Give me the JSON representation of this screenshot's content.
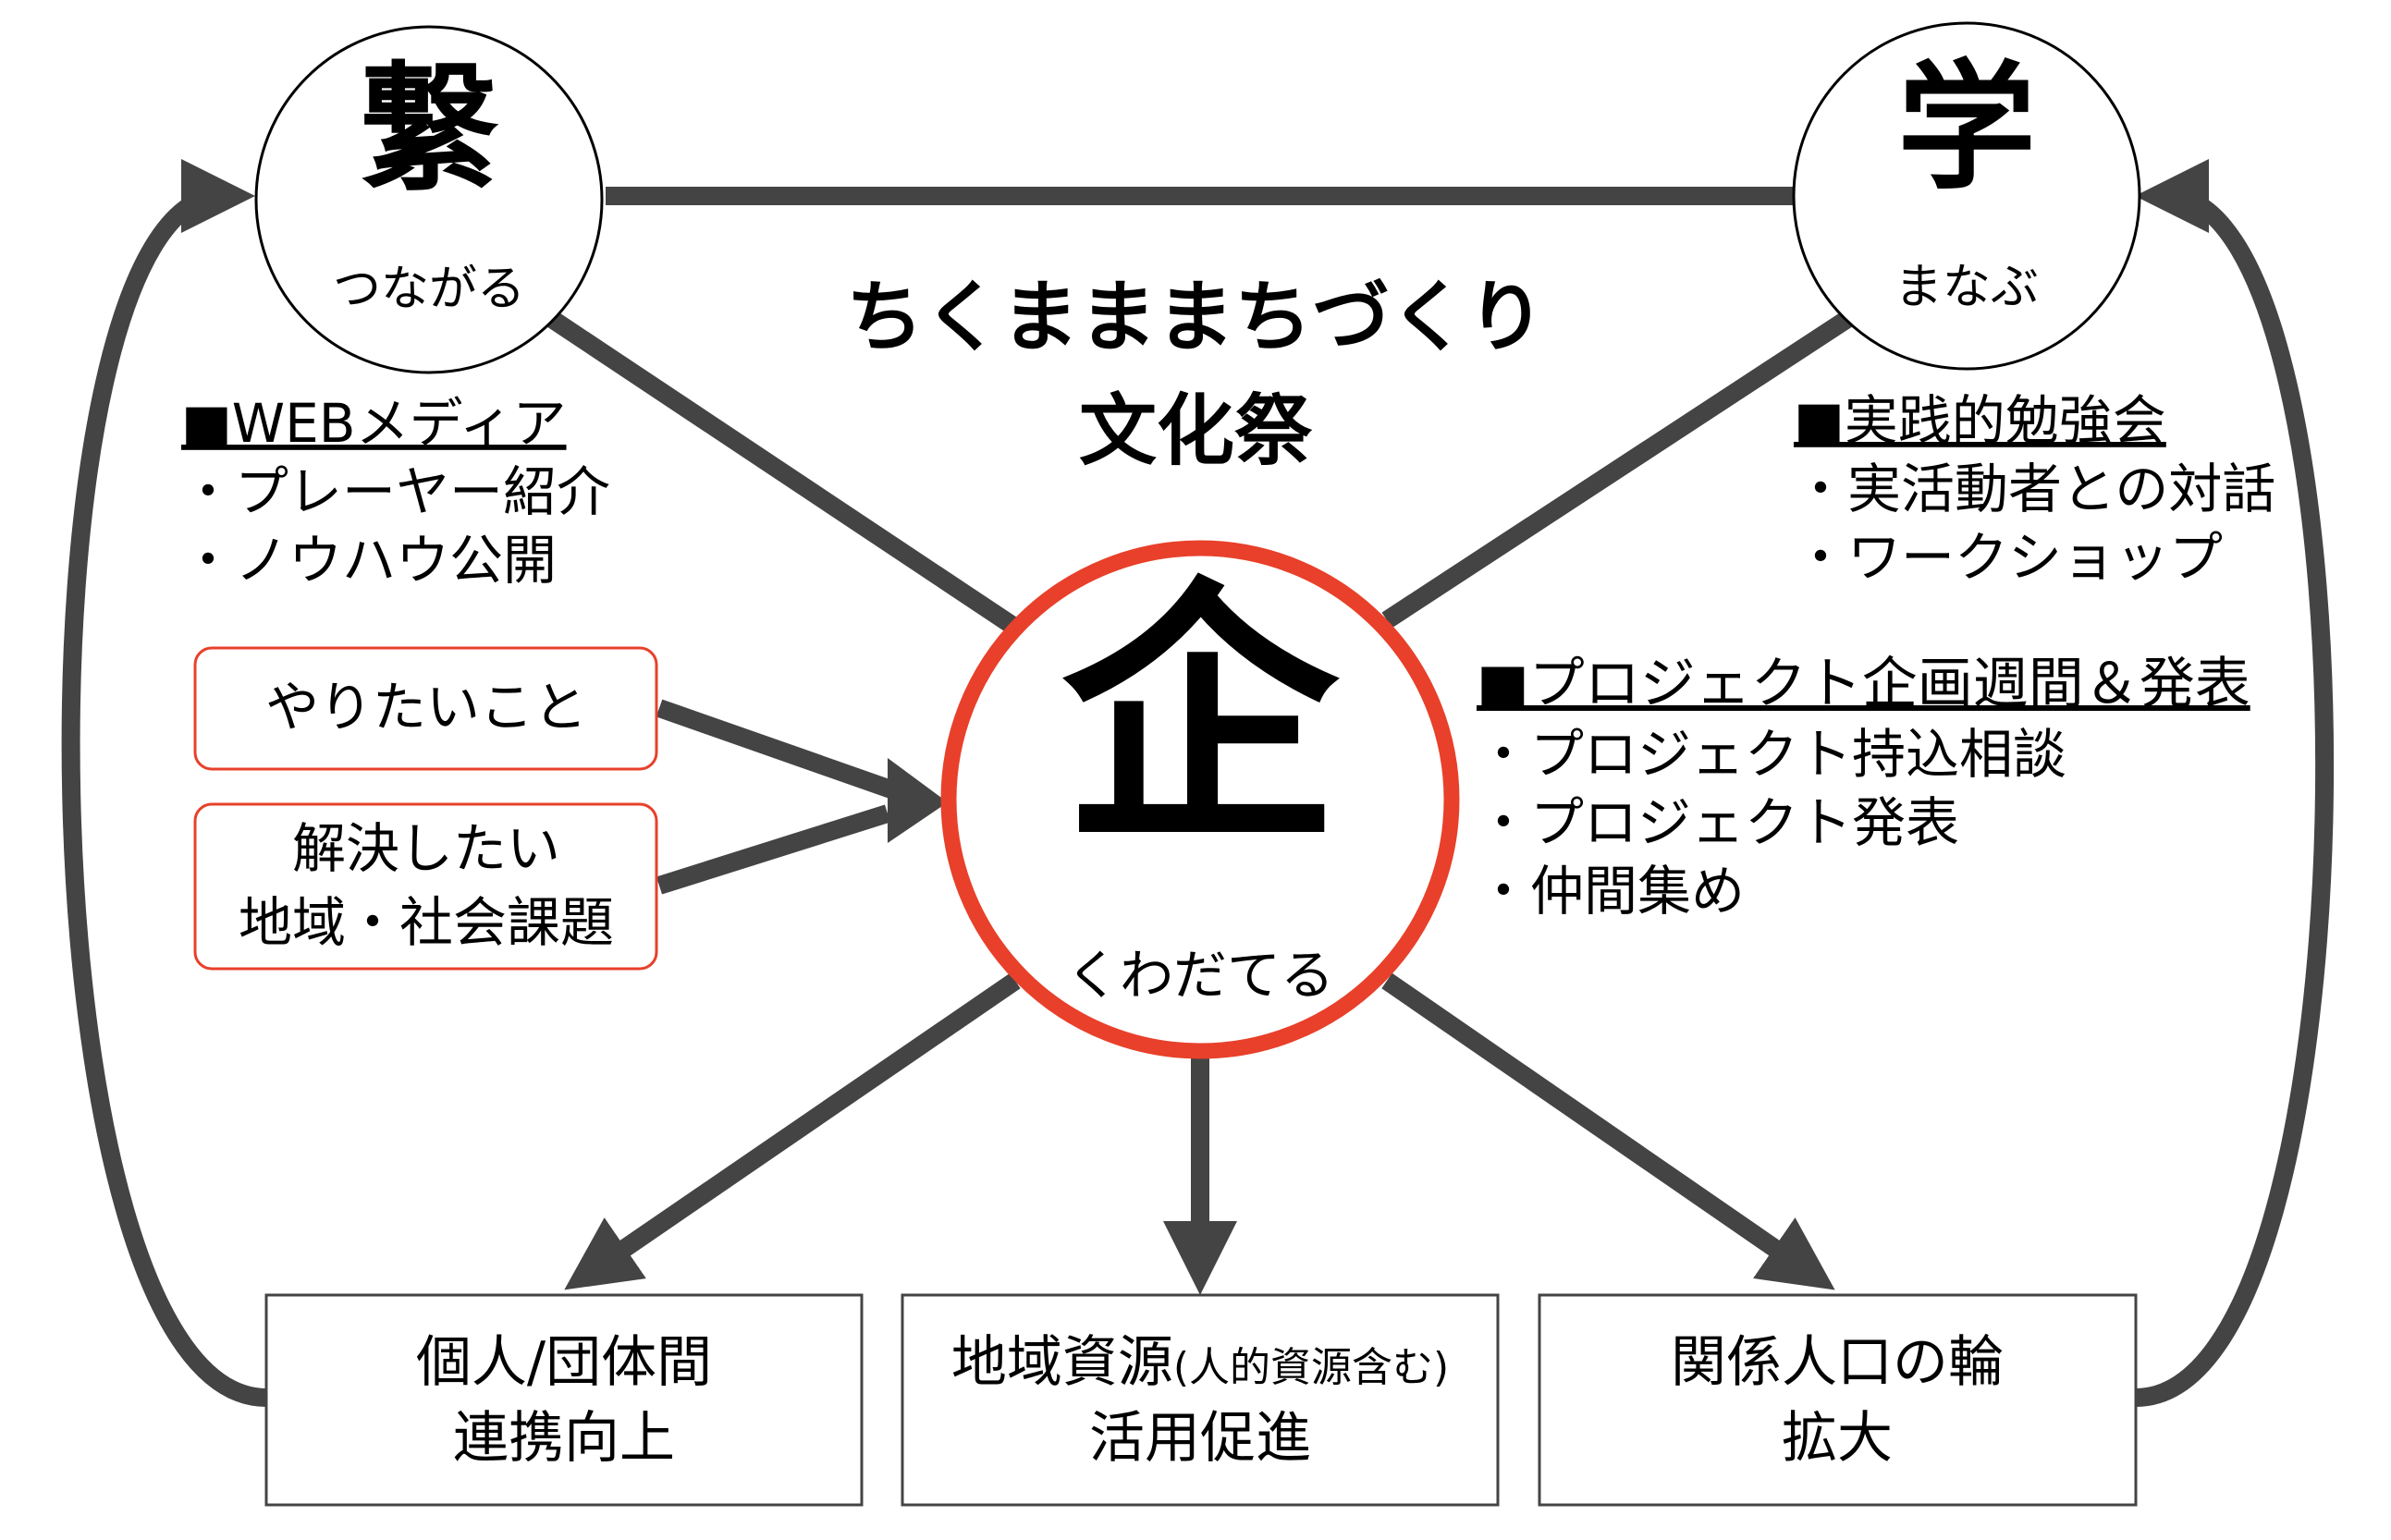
{
  "title": {
    "line1": "ちくまままちづくり",
    "line2": "文化祭"
  },
  "nodes": {
    "connect": {
      "kanji": "繋",
      "reading": "つながる"
    },
    "learn": {
      "kanji": "学",
      "reading": "まなぶ"
    },
    "plan": {
      "kanji": "企",
      "reading": "くわだてる"
    }
  },
  "left_notes": {
    "heading": "■WEBメディア",
    "items": [
      "・プレーヤー紹介",
      "・ノウハウ公開"
    ]
  },
  "right_notes": {
    "heading": "■実践的勉強会",
    "items": [
      "・実活動者との対話",
      "・ワークショップ"
    ]
  },
  "project_notes": {
    "heading": "■プロジェクト企画週間＆発表",
    "items": [
      "・プロジェクト持込相談",
      "・プロジェクト発表",
      "・仲間集め"
    ]
  },
  "inputs": [
    {
      "lines": [
        "やりたいこと"
      ]
    },
    {
      "lines": [
        "解決したい",
        "地域・社会課題"
      ]
    }
  ],
  "outcomes": [
    {
      "line1": "個人/団体間",
      "line2": "連携向上"
    },
    {
      "line1": "地域資源",
      "line1_small": "(人的資源含む)",
      "line2": "活用促進"
    },
    {
      "line1": "関係人口の輪",
      "line2": "拡大"
    }
  ],
  "colors": {
    "accent": "#e8402a",
    "line": "#444444"
  }
}
